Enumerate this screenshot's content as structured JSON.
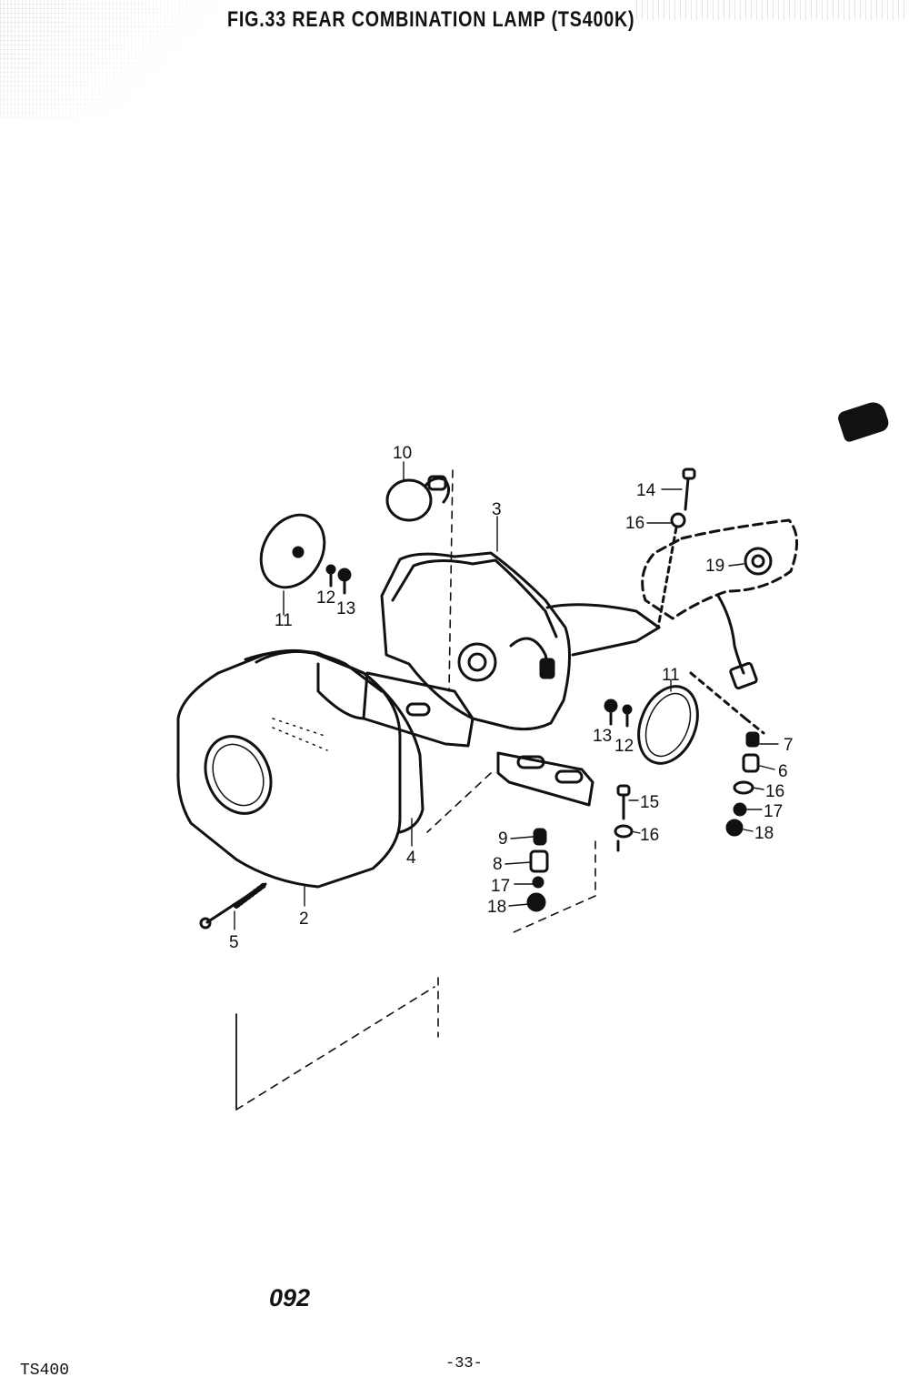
{
  "header": {
    "title": "FIG.33  REAR COMBINATION LAMP (TS400K)"
  },
  "diagram": {
    "callouts": [
      {
        "id": "c10",
        "text": "10"
      },
      {
        "id": "c3",
        "text": "3"
      },
      {
        "id": "c14",
        "text": "14"
      },
      {
        "id": "c16a",
        "text": "16"
      },
      {
        "id": "c19",
        "text": "19"
      },
      {
        "id": "c11a",
        "text": "11"
      },
      {
        "id": "c12a",
        "text": "12"
      },
      {
        "id": "c13a",
        "text": "13"
      },
      {
        "id": "c11b",
        "text": "11"
      },
      {
        "id": "c13b",
        "text": "13"
      },
      {
        "id": "c12b",
        "text": "12"
      },
      {
        "id": "c7",
        "text": "7"
      },
      {
        "id": "c6",
        "text": "6"
      },
      {
        "id": "c16b",
        "text": "16"
      },
      {
        "id": "c17a",
        "text": "17"
      },
      {
        "id": "c18a",
        "text": "18"
      },
      {
        "id": "c15",
        "text": "15"
      },
      {
        "id": "c16c",
        "text": "16"
      },
      {
        "id": "c9",
        "text": "9"
      },
      {
        "id": "c8",
        "text": "8"
      },
      {
        "id": "c17b",
        "text": "17"
      },
      {
        "id": "c18b",
        "text": "18"
      },
      {
        "id": "c4",
        "text": "4"
      },
      {
        "id": "c2",
        "text": "2"
      },
      {
        "id": "c5",
        "text": "5"
      }
    ]
  },
  "footer": {
    "code": "092",
    "model": "TS400",
    "page": "-33-"
  }
}
